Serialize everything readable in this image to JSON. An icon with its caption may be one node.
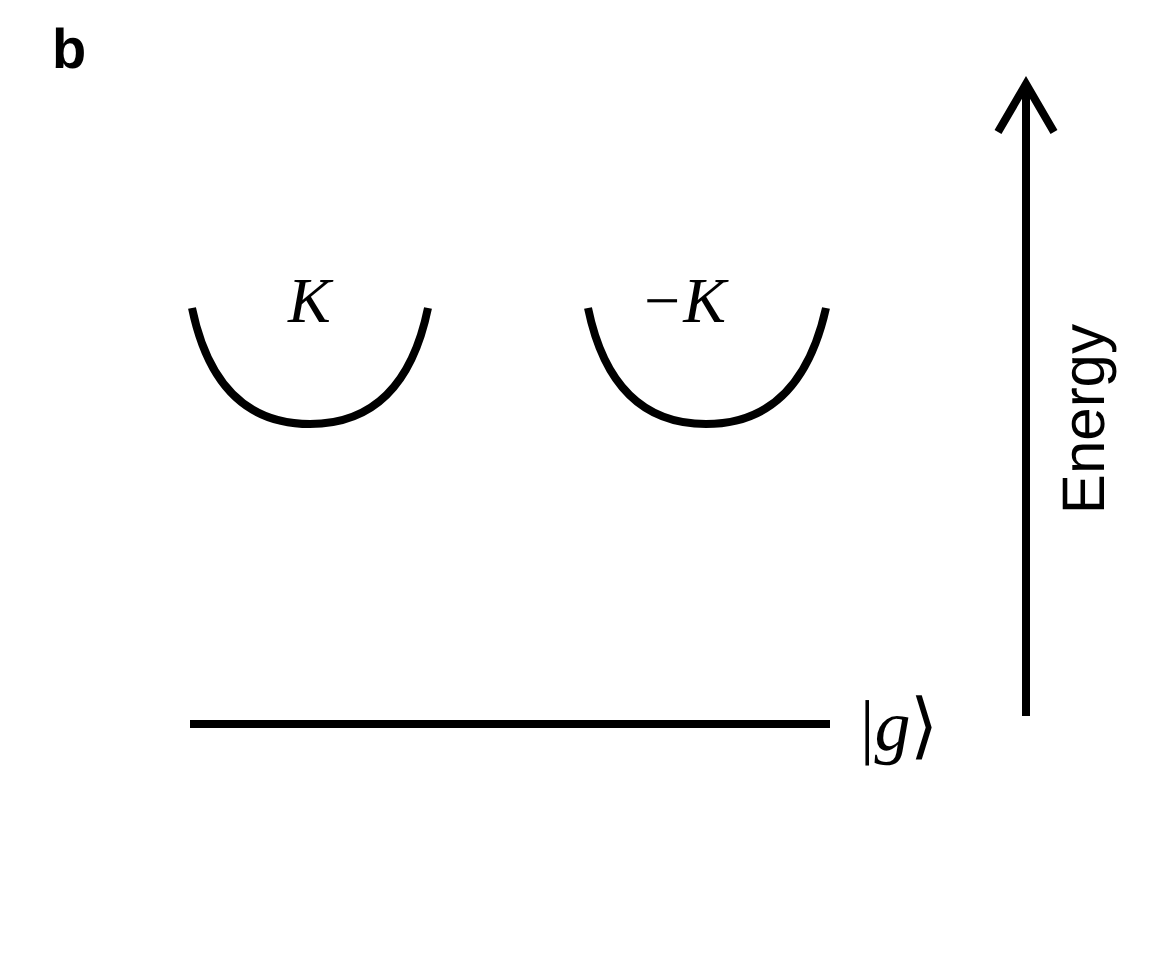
{
  "diagram": {
    "labels": [
      "b",
      "K",
      "−K",
      "|*g*⟩",
      "Energy"
    ]
  }
}
